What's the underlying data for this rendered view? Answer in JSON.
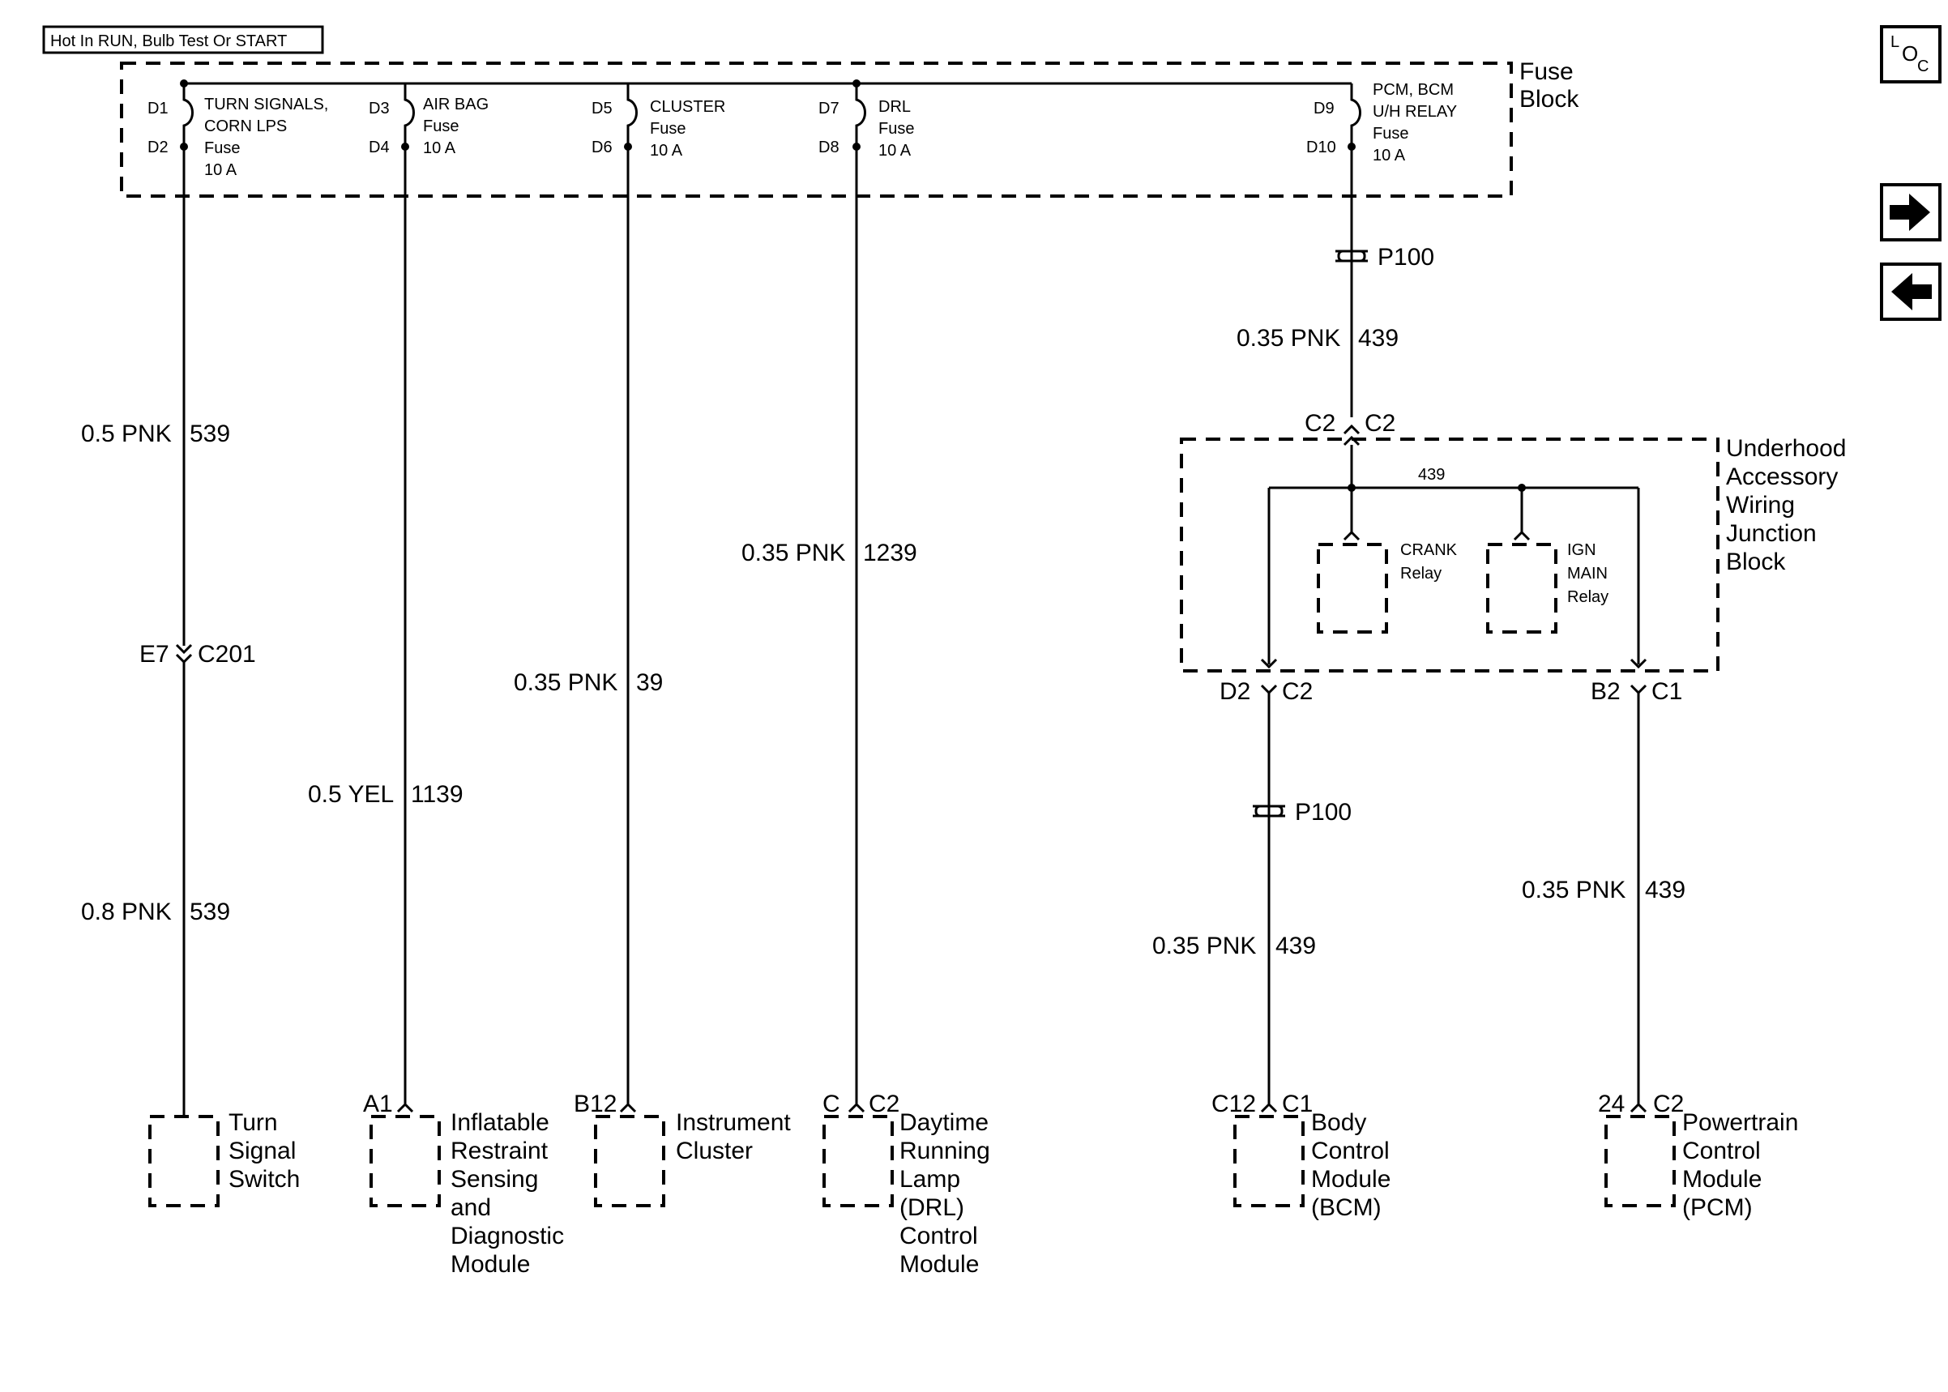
{
  "header": {
    "power_label": "Hot In RUN, Bulb Test Or START"
  },
  "nav": {
    "loc_l": "L",
    "loc_o": "O",
    "loc_c": "C"
  },
  "fuse_block": {
    "title_line1": "Fuse",
    "title_line2": "Block",
    "fuses": [
      {
        "in_pin": "D1",
        "out_pin": "D2",
        "name_lines": [
          "TURN SIGNALS,",
          "CORN LPS",
          "Fuse",
          "10 A"
        ]
      },
      {
        "in_pin": "D3",
        "out_pin": "D4",
        "name_lines": [
          "AIR BAG",
          "Fuse",
          "10 A"
        ]
      },
      {
        "in_pin": "D5",
        "out_pin": "D6",
        "name_lines": [
          "CLUSTER",
          "Fuse",
          "10 A"
        ]
      },
      {
        "in_pin": "D7",
        "out_pin": "D8",
        "name_lines": [
          "DRL",
          "Fuse",
          "10 A"
        ]
      },
      {
        "in_pin": "D9",
        "out_pin": "D10",
        "name_lines": [
          "PCM, BCM",
          "U/H RELAY",
          "Fuse",
          "10 A"
        ]
      }
    ]
  },
  "wires": {
    "turn_upper": {
      "size": "0.5 PNK",
      "circuit": "539"
    },
    "turn_lower": {
      "size": "0.8 PNK",
      "circuit": "539"
    },
    "airbag": {
      "size": "0.5 YEL",
      "circuit": "1139"
    },
    "cluster": {
      "size": "0.35 PNK",
      "circuit": "39"
    },
    "drl": {
      "size": "0.35 PNK",
      "circuit": "1239"
    },
    "pcm_feed": {
      "size": "0.35 PNK",
      "circuit": "439"
    },
    "bcm": {
      "size": "0.35 PNK",
      "circuit": "439"
    },
    "pcm": {
      "size": "0.35 PNK",
      "circuit": "439"
    },
    "internal_circuit": "439"
  },
  "connectors": {
    "c201_pin": "E7",
    "c201_name": "C201",
    "splice_top": "P100",
    "splice_bcm": "P100",
    "ujb_in_left": "C2",
    "ujb_in_right": "C2",
    "ujb_out_bcm_pin": "D2",
    "ujb_out_bcm_conn": "C2",
    "ujb_out_pcm_pin": "B2",
    "ujb_out_pcm_conn": "C1"
  },
  "junction_block": {
    "title_lines": [
      "Underhood",
      "Accessory",
      "Wiring",
      "Junction",
      "Block"
    ],
    "crank_relay": [
      "CRANK",
      "Relay"
    ],
    "ign_relay": [
      "IGN",
      "MAIN",
      "Relay"
    ]
  },
  "components": {
    "turn_signal_switch": {
      "lines": [
        "Turn",
        "Signal",
        "Switch"
      ]
    },
    "sdm": {
      "pin": "A1",
      "lines": [
        "Inflatable",
        "Restraint",
        "Sensing",
        "and",
        "Diagnostic",
        "Module"
      ]
    },
    "cluster": {
      "pin": "B12",
      "lines": [
        "Instrument",
        "Cluster"
      ]
    },
    "drl": {
      "pin": "C",
      "conn": "C2",
      "lines": [
        "Daytime",
        "Running",
        "Lamp",
        "(DRL)",
        "Control",
        "Module"
      ]
    },
    "bcm": {
      "pin": "C12",
      "conn": "C1",
      "lines": [
        "Body",
        "Control",
        "Module",
        "(BCM)"
      ]
    },
    "pcm": {
      "pin": "24",
      "conn": "C2",
      "lines": [
        "Powertrain",
        "Control",
        "Module",
        "(PCM)"
      ]
    }
  }
}
